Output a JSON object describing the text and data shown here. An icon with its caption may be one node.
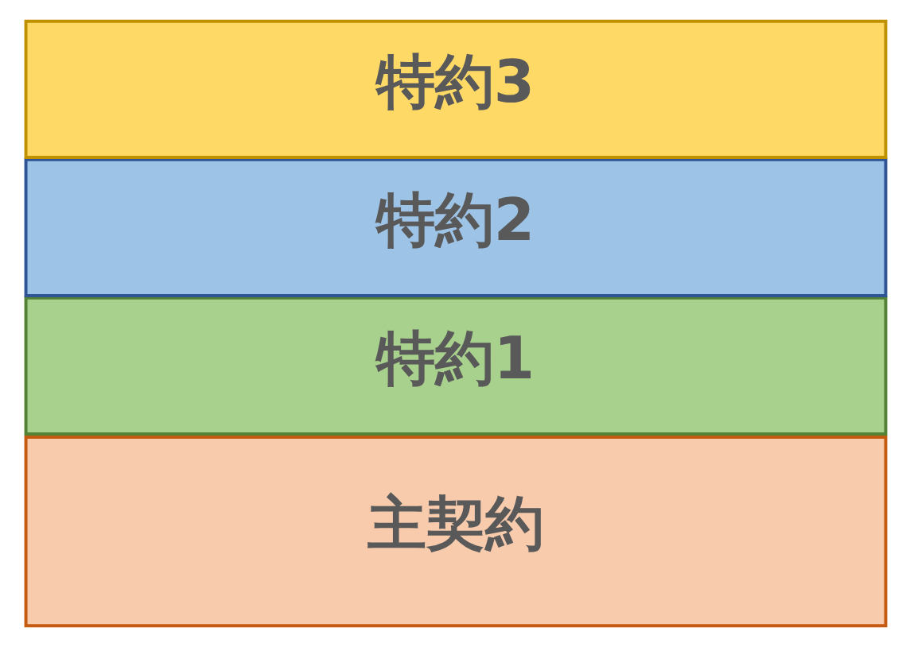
{
  "diagram": {
    "nodes": [
      {
        "text": [
          "特約3"
        ]
      },
      {
        "text": [
          "特約2"
        ]
      },
      {
        "text": [
          "特約1"
        ]
      },
      {
        "text": [
          "主契約"
        ]
      }
    ]
  }
}
